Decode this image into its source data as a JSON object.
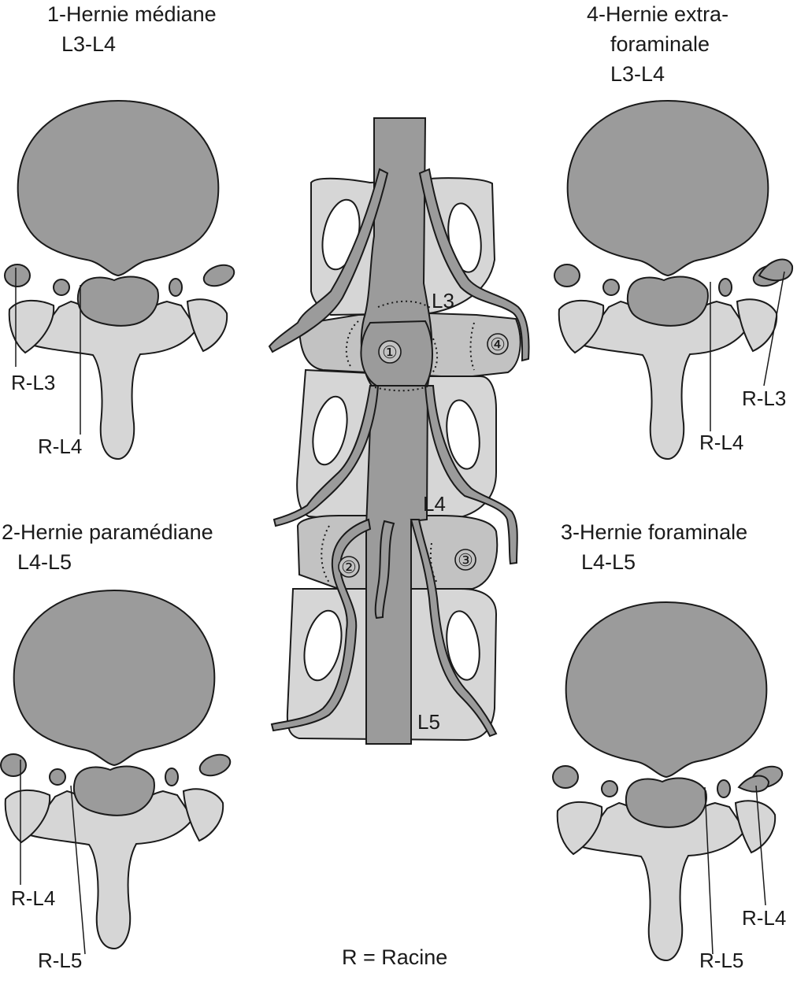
{
  "panels": {
    "p1": {
      "title_line1": "1-Hernie médiane",
      "title_line2": "L3-L4",
      "root_a": "R-L3",
      "root_b": "R-L4"
    },
    "p4": {
      "title_line1": "4-Hernie extra-",
      "title_line2": "foraminale",
      "title_line3": "L3-L4",
      "root_a": "R-L3",
      "root_b": "R-L4"
    },
    "p2": {
      "title_line1": "2-Hernie paramédiane",
      "title_line2": "L4-L5",
      "root_a": "R-L4",
      "root_b": "R-L5"
    },
    "p3": {
      "title_line1": "3-Hernie foraminale",
      "title_line2": "L4-L5",
      "root_a": "R-L4",
      "root_b": "R-L5"
    }
  },
  "spine": {
    "level_labels": [
      "L3",
      "L4",
      "L5"
    ],
    "hernia_markers": [
      "①",
      "②",
      "③",
      "④"
    ]
  },
  "legend": "R = Racine",
  "colors": {
    "dark_gray": "#9b9b9b",
    "light_gray": "#d6d6d6",
    "disc_gray": "#c2c2c2",
    "outline": "#1a1a1a"
  }
}
